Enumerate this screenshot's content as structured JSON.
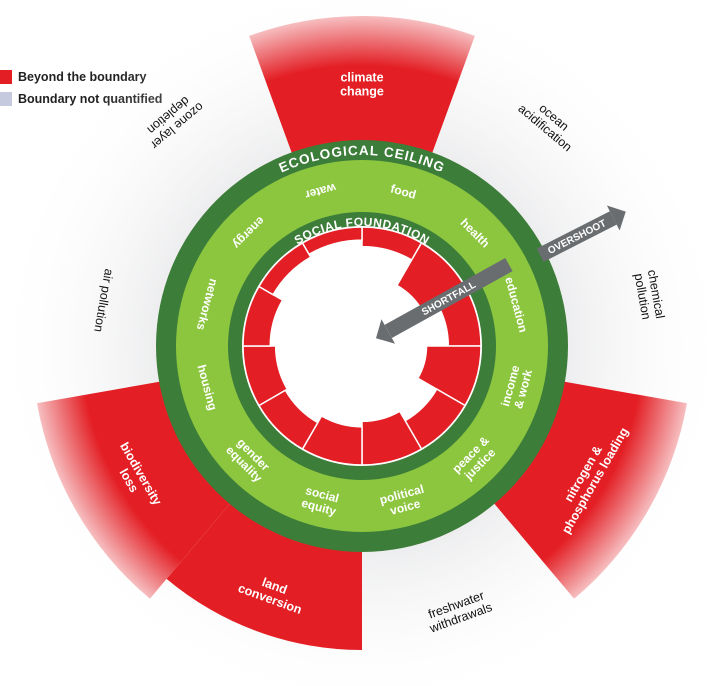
{
  "legend": [
    {
      "label": "Beyond the boundary",
      "color": "#e31e24"
    },
    {
      "label": "Boundary not quantified",
      "color": "#c6cadf"
    }
  ],
  "rings": {
    "ceiling_label": "ECOLOGICAL CEILING",
    "foundation_label": "SOCIAL FOUNDATION"
  },
  "arrows": {
    "overshoot_label": "OVERSHOOT",
    "shortfall_label": "SHORTFALL"
  },
  "ecological": [
    {
      "lines": [
        "climate",
        "change"
      ],
      "overshoot": 1.0
    },
    {
      "lines": [
        "ocean",
        "acidification"
      ],
      "overshoot": 0.02
    },
    {
      "lines": [
        "chemical",
        "pollution"
      ],
      "overshoot": 0.0
    },
    {
      "lines": [
        "nitrogen &",
        "phosphorus loading"
      ],
      "overshoot": 1.0
    },
    {
      "lines": [
        "freshwater",
        "withdrawals"
      ],
      "overshoot": 0.0
    },
    {
      "lines": [
        "land",
        "conversion"
      ],
      "overshoot": 0.8
    },
    {
      "lines": [
        "biodiversity",
        "loss"
      ],
      "overshoot": 1.0
    },
    {
      "lines": [
        "air pollution"
      ],
      "overshoot": 0.0
    },
    {
      "lines": [
        "ozone layer",
        "depletion"
      ],
      "overshoot": 0.0
    }
  ],
  "social": [
    {
      "label": "food",
      "lines": [
        "food"
      ],
      "shortfall": 0.18
    },
    {
      "label": "health",
      "lines": [
        "health"
      ],
      "shortfall": 0.45
    },
    {
      "label": "education",
      "lines": [
        "education"
      ],
      "shortfall": 0.3
    },
    {
      "label": "income & work",
      "lines": [
        "income",
        "& work"
      ],
      "shortfall": 0.5
    },
    {
      "label": "peace & justice",
      "lines": [
        "peace &",
        "justice"
      ],
      "shortfall": 0.3
    },
    {
      "label": "political voice",
      "lines": [
        "political",
        "voice"
      ],
      "shortfall": 0.4
    },
    {
      "label": "social equity",
      "lines": [
        "social",
        "equity"
      ],
      "shortfall": 0.35
    },
    {
      "label": "gender equality",
      "lines": [
        "gender",
        "equality"
      ],
      "shortfall": 0.28
    },
    {
      "label": "housing",
      "lines": [
        "housing"
      ],
      "shortfall": 0.3
    },
    {
      "label": "networks",
      "lines": [
        "networks"
      ],
      "shortfall": 0.25
    },
    {
      "label": "energy",
      "lines": [
        "energy"
      ],
      "shortfall": 0.15
    },
    {
      "label": "water",
      "lines": [
        "water"
      ],
      "shortfall": 0.12
    }
  ],
  "colors": {
    "red": "#e31e24",
    "dark_green": "#3d7d3a",
    "light_green": "#8cc63f",
    "arrow_grey": "#6a6d70",
    "unquantified": "#c6cadf"
  }
}
